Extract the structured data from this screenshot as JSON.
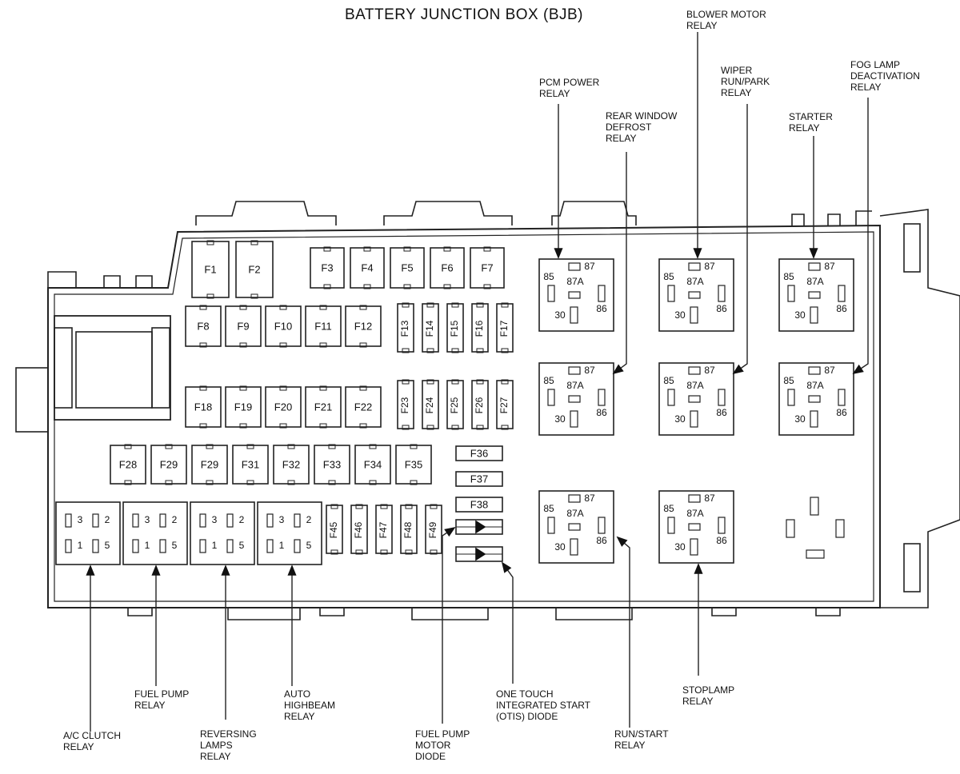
{
  "title": "BATTERY JUNCTION BOX (BJB)",
  "fuses": {
    "large": [
      "F1",
      "F2"
    ],
    "row1": [
      "F3",
      "F4",
      "F5",
      "F6",
      "F7"
    ],
    "row2": [
      "F8",
      "F9",
      "F10",
      "F11",
      "F12"
    ],
    "row2_vertical": [
      "F13",
      "F14",
      "F15",
      "F16",
      "F17"
    ],
    "row3": [
      "F18",
      "F19",
      "F20",
      "F21",
      "F22"
    ],
    "row3_vertical": [
      "F23",
      "F24",
      "F25",
      "F26",
      "F27"
    ],
    "row4": [
      "F28",
      "F29",
      "F29",
      "F31",
      "F32",
      "F33",
      "F34",
      "F35"
    ],
    "stack": [
      "F36",
      "F37",
      "F38"
    ],
    "row5_vertical": [
      "F45",
      "F46",
      "F47",
      "F48",
      "F49"
    ]
  },
  "iso_relay_pins": {
    "p85": "85",
    "p87": "87",
    "p87a": "87A",
    "p30": "30",
    "p86": "86"
  },
  "mini_relay_pins": {
    "p1": "1",
    "p2": "2",
    "p3": "3",
    "p5": "5"
  },
  "callouts": {
    "pcm_power_relay": [
      "PCM POWER",
      "RELAY"
    ],
    "rear_window_defrost_relay": [
      "REAR WINDOW",
      "DEFROST",
      "RELAY"
    ],
    "blower_motor_relay": [
      "BLOWER MOTOR",
      "RELAY"
    ],
    "wiper_run_park_relay": [
      "WIPER",
      "RUN/PARK",
      "RELAY"
    ],
    "starter_relay": [
      "STARTER",
      "RELAY"
    ],
    "fog_lamp_deactivation_relay": [
      "FOG LAMP",
      "DEACTIVATION",
      "RELAY"
    ],
    "ac_clutch_relay": [
      "A/C CLUTCH",
      "RELAY"
    ],
    "fuel_pump_relay": [
      "FUEL PUMP",
      "RELAY"
    ],
    "reversing_lamps_relay": [
      "REVERSING",
      "LAMPS",
      "RELAY"
    ],
    "auto_highbeam_relay": [
      "AUTO",
      "HIGHBEAM",
      "RELAY"
    ],
    "fuel_pump_motor_diode": [
      "FUEL PUMP",
      "MOTOR",
      "DIODE"
    ],
    "otis_diode": [
      "ONE TOUCH",
      "INTEGRATED START",
      "(OTIS) DIODE"
    ],
    "run_start_relay": [
      "RUN/START",
      "RELAY"
    ],
    "stoplamp_relay": [
      "STOPLAMP",
      "RELAY"
    ]
  }
}
